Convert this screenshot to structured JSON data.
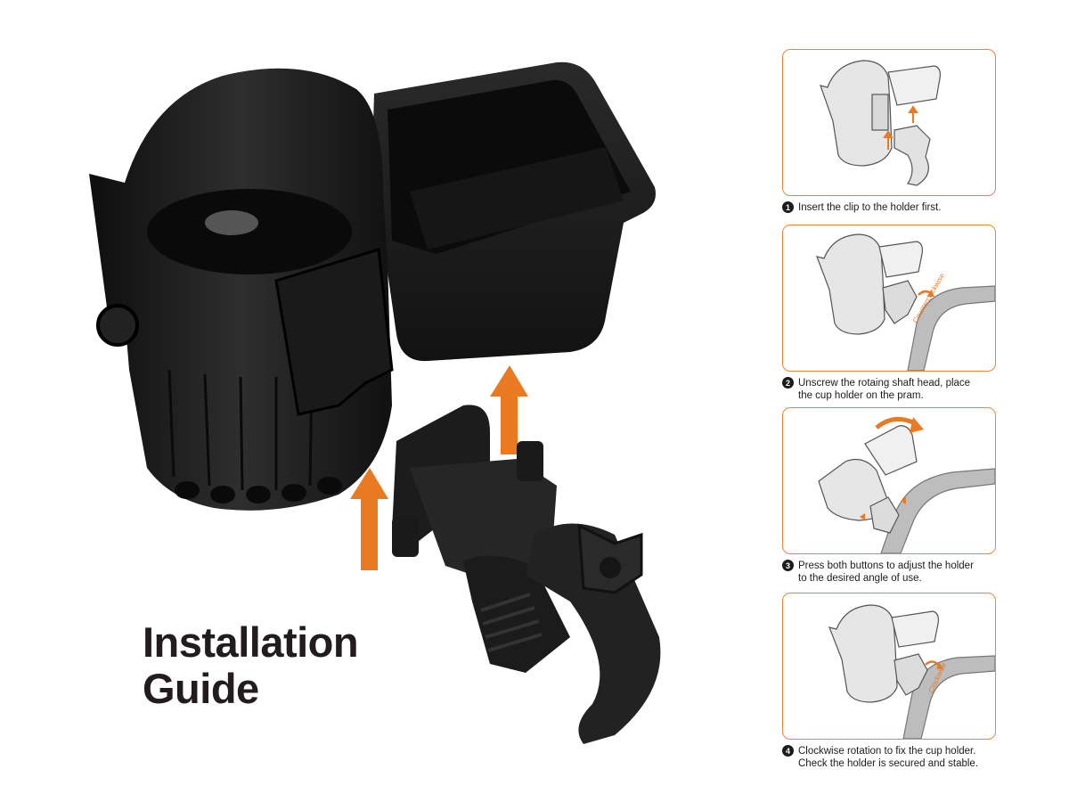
{
  "title": {
    "line1": "Installation",
    "line2": "Guide"
  },
  "colors": {
    "accent": "#ea7a22",
    "product": "#1e1e1e",
    "border": "#e8883a"
  },
  "steps": [
    {
      "number": "1",
      "lines": [
        "Insert the clip to the holder first."
      ],
      "icon": "clip-insert-illustration"
    },
    {
      "number": "2",
      "lines": [
        "Unscrew the rotaing shaft head, place",
        "the cup holder on the pram."
      ],
      "label": "Counterclockwise",
      "icon": "unscrew-illustration"
    },
    {
      "number": "3",
      "lines": [
        "Press both buttons to adjust the holder",
        "to the desired angle of use."
      ],
      "icon": "adjust-angle-illustration"
    },
    {
      "number": "4",
      "lines": [
        "Clockwise rotation to fix the cup holder.",
        "Check the holder is secured and stable."
      ],
      "label": "Clockwise",
      "icon": "tighten-illustration"
    }
  ]
}
